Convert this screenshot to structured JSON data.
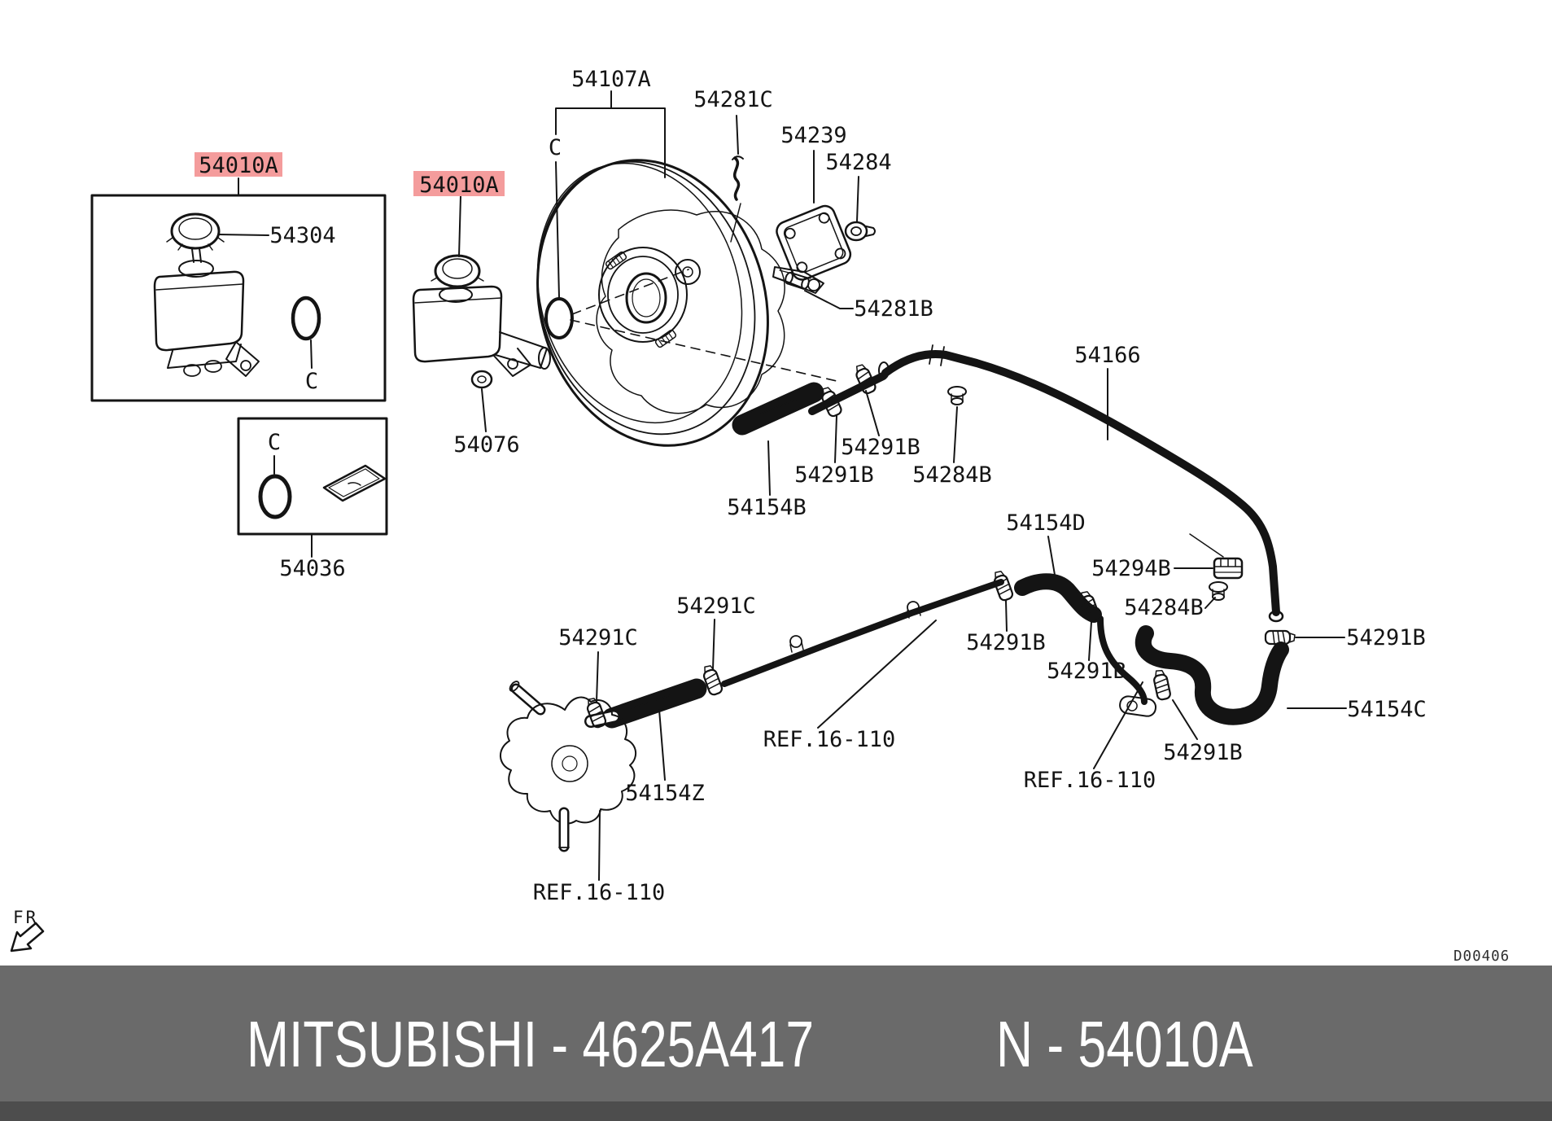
{
  "diagram": {
    "code": "D00406",
    "orientation_label": "FR",
    "highlight_color": "#f49c9c",
    "labels": [
      {
        "text": "54010A",
        "highlighted": true
      },
      {
        "text": "54010A",
        "highlighted": true
      },
      {
        "text": "54304"
      },
      {
        "text": "C"
      },
      {
        "text": "54036"
      },
      {
        "text": "C"
      },
      {
        "text": "54076"
      },
      {
        "text": "54107A"
      },
      {
        "text": "C"
      },
      {
        "text": "54281C"
      },
      {
        "text": "54239"
      },
      {
        "text": "54284"
      },
      {
        "text": "54281B"
      },
      {
        "text": "54166"
      },
      {
        "text": "54291B"
      },
      {
        "text": "54291B"
      },
      {
        "text": "54284B"
      },
      {
        "text": "54154B"
      },
      {
        "text": "54154D"
      },
      {
        "text": "54294B"
      },
      {
        "text": "54284B"
      },
      {
        "text": "54291B"
      },
      {
        "text": "54154C"
      },
      {
        "text": "54291C"
      },
      {
        "text": "54291C"
      },
      {
        "text": "54291B"
      },
      {
        "text": "54291B"
      },
      {
        "text": "54291B"
      },
      {
        "text": "REF.16-110"
      },
      {
        "text": "REF.16-110"
      },
      {
        "text": "REF.16-110"
      },
      {
        "text": "54154Z"
      }
    ]
  },
  "footer": {
    "brand": "MITSUBISHI",
    "part_number": "4625A417",
    "catalog_prefix": "N",
    "catalog_number": "54010A",
    "left": "MITSUBISHI - 4625A417",
    "right": "N - 54010A"
  }
}
